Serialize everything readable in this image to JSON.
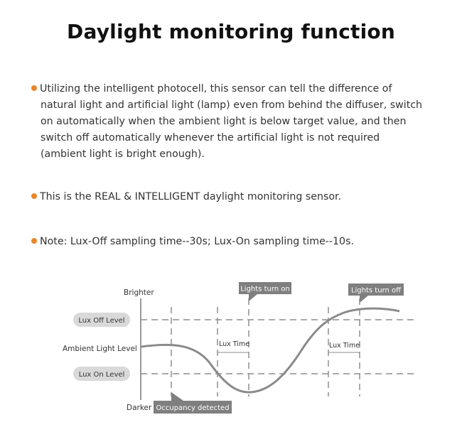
{
  "title": "Daylight monitoring function",
  "bullets": {
    "b1_lines": [
      "Utilizing the intelligent photocell, this sensor can tell the difference of",
      "natural light and artificial light (lamp) even from behind the diffuser, switch",
      "on automatically when the ambient light is below target value,  and then",
      "switch off automatically whenever the artificial light is not required",
      "(ambient light is bright enough)."
    ],
    "b2": "This is the REAL & INTELLIGENT daylight monitoring sensor.",
    "b3": "Note:  Lux-Off sampling time--30s;  Lux-On sampling time--10s."
  },
  "diagram": {
    "axis_top": "Brighter",
    "axis_bottom": "Darker",
    "lux_off": "Lux Off Level",
    "ambient": "Ambient Light Level",
    "lux_on": "Lux On Level",
    "lights_on": "Lights turn on",
    "lights_off": "Lights turn off",
    "occupancy": "Occupancy detected",
    "lux_time_1": "Lux Time",
    "lux_time_2": "Lux Time"
  },
  "colors": {
    "accent_dot": "#e8862a",
    "curve": "#8a8a8a",
    "label_bg": "#d9d9d9",
    "callout_bg": "#7f7f7f"
  }
}
